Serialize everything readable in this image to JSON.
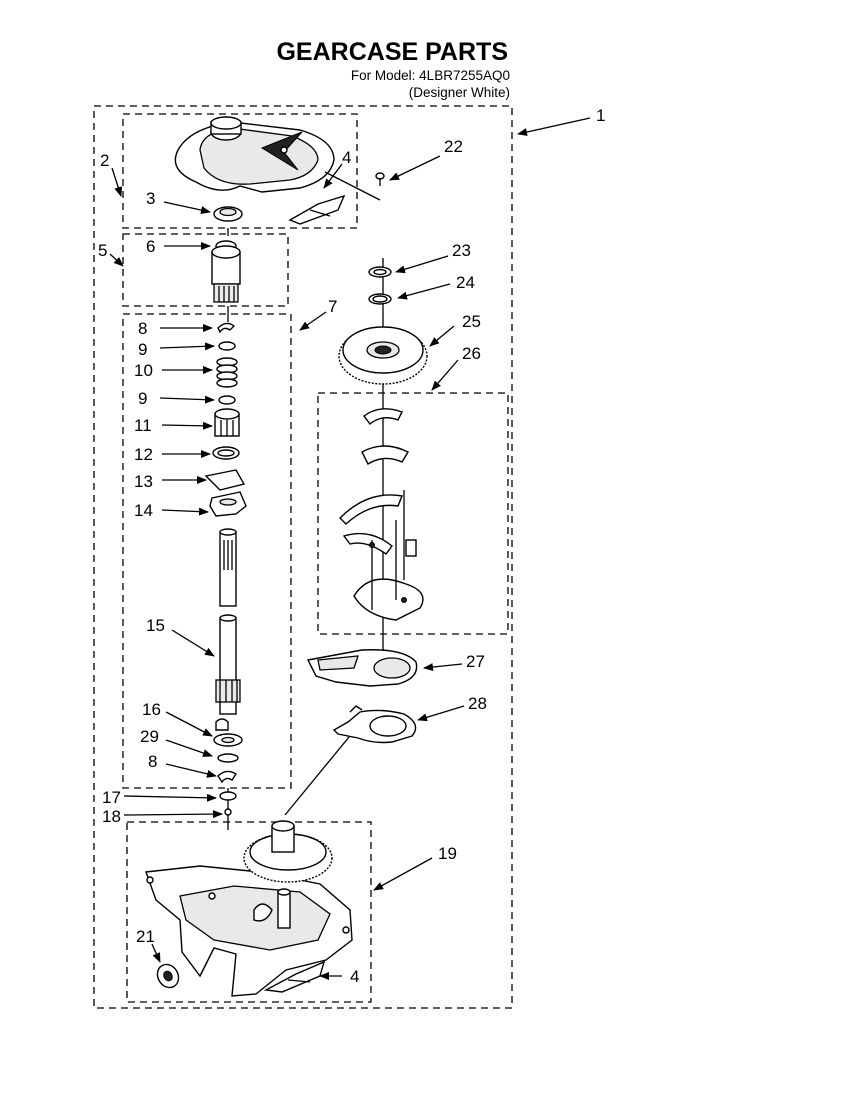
{
  "header": {
    "title": "GEARCASE PARTS",
    "model_line": "For Model: 4LBR7255AQ0",
    "color_line": "(Designer White)"
  },
  "callouts": {
    "c1": "1",
    "c2": "2",
    "c3": "3",
    "c4a": "4",
    "c4b": "4",
    "c5": "5",
    "c6": "6",
    "c7": "7",
    "c8a": "8",
    "c8b": "8",
    "c9a": "9",
    "c9b": "9",
    "c10": "10",
    "c11": "11",
    "c12": "12",
    "c13": "13",
    "c14": "14",
    "c15": "15",
    "c16": "16",
    "c17": "17",
    "c18": "18",
    "c19": "19",
    "c21": "21",
    "c22": "22",
    "c23": "23",
    "c24": "24",
    "c25": "25",
    "c26": "26",
    "c27": "27",
    "c28": "28",
    "c29": "29"
  }
}
